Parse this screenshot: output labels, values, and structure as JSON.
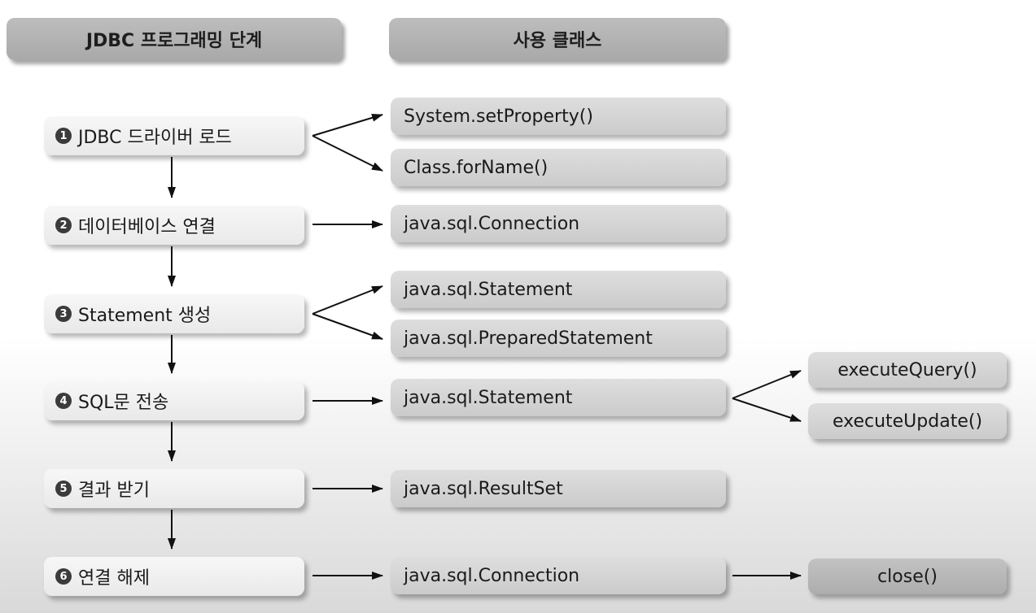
{
  "headers": {
    "steps": "JDBC 프로그래밍 단계",
    "classes": "사용 클래스"
  },
  "steps": [
    {
      "num": "1",
      "label": "JDBC 드라이버 로드"
    },
    {
      "num": "2",
      "label": "데이터베이스 연결"
    },
    {
      "num": "3",
      "label": "Statement 생성"
    },
    {
      "num": "4",
      "label": "SQL문 전송"
    },
    {
      "num": "5",
      "label": "결과 받기"
    },
    {
      "num": "6",
      "label": "연결 해제"
    }
  ],
  "classes": [
    "System.setProperty()",
    "Class.forName()",
    "java.sql.Connection",
    "java.sql.Statement",
    "java.sql.PreparedStatement",
    "java.sql.Statement",
    "java.sql.ResultSet",
    "java.sql.Connection"
  ],
  "methods": [
    "executeQuery()",
    "executeUpdate()",
    "close()"
  ]
}
